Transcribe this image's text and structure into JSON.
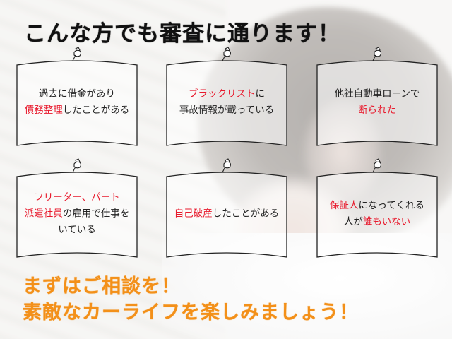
{
  "headline": "こんな方でも審査に通ります！",
  "cards": [
    {
      "line1": [
        {
          "text": "過去に借金があり",
          "red": false
        }
      ],
      "line2": [
        {
          "text": "債務整理",
          "red": true
        },
        {
          "text": "したことがある",
          "red": false
        }
      ],
      "line3": []
    },
    {
      "line1": [
        {
          "text": "ブラックリスト",
          "red": true
        },
        {
          "text": "に",
          "red": false
        }
      ],
      "line2": [
        {
          "text": "事故情報が載っている",
          "red": false
        }
      ],
      "line3": []
    },
    {
      "line1": [
        {
          "text": "他社自動車ローンで",
          "red": false
        }
      ],
      "line2": [
        {
          "text": "断られた",
          "red": true
        }
      ],
      "line3": []
    },
    {
      "line1": [
        {
          "text": "フリーター、パート",
          "red": true
        }
      ],
      "line2": [
        {
          "text": "派遣社員",
          "red": true
        },
        {
          "text": "の雇用で仕事を",
          "red": false
        }
      ],
      "line3": [
        {
          "text": "いている",
          "red": false
        }
      ]
    },
    {
      "line1": [
        {
          "text": "自己破産",
          "red": true
        },
        {
          "text": "したことがある",
          "red": false
        }
      ],
      "line2": [],
      "line3": []
    },
    {
      "line1": [
        {
          "text": "保証人",
          "red": true
        },
        {
          "text": "になってくれる",
          "red": false
        }
      ],
      "line2": [
        {
          "text": "人が",
          "red": false
        },
        {
          "text": "誰もいない",
          "red": true
        }
      ],
      "line3": []
    }
  ],
  "cta": {
    "line1": "まずはご相談を！",
    "line2": "素敵なカーライフを楽しみましょう！"
  },
  "colors": {
    "accent_red": "#e8192c",
    "cta_orange": "#f39019",
    "headline": "#111111"
  },
  "icons": {
    "card_pin": "pushpin-icon"
  }
}
